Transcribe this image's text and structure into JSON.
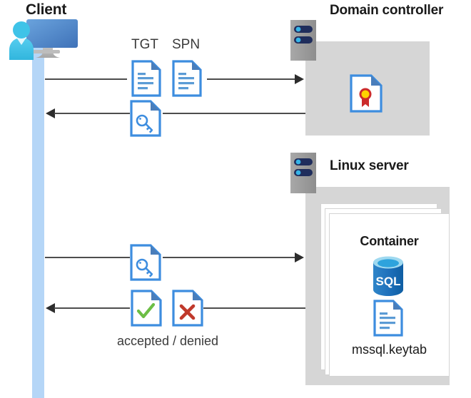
{
  "diagram": {
    "title_client": "Client",
    "title_domain_controller": "Domain controller",
    "title_linux_server": "Linux server",
    "title_container": "Container",
    "label_keytab": "mssql.keytab",
    "label_accepted_denied": "accepted / denied",
    "tag_tgt": "TGT",
    "tag_spn": "SPN",
    "icons": {
      "client": "client-workstation-icon",
      "server_rack_dc": "server-rack-icon",
      "server_rack_linux": "server-rack-icon",
      "certificate": "certificate-document-icon",
      "tgt_document": "text-document-icon",
      "spn_document": "text-document-icon",
      "ticket_key_request": "key-document-icon",
      "ticket_key_present": "key-document-icon",
      "accepted": "check-document-icon",
      "denied": "cross-document-icon",
      "sql_database": "sql-database-icon",
      "keytab_document": "text-document-icon"
    },
    "colors": {
      "accent_blue": "#3d8ddf",
      "doc_border": "#3d8ddf",
      "doc_fold": "#4a7ebb",
      "gray_box": "#d6d6d6",
      "lifeline_blue": "#b5d6f7",
      "arrow_gray": "#4d4d4d",
      "check_green": "#6cbe45",
      "cross_red": "#c0392b",
      "cert_yellow": "#ffd400",
      "cert_red": "#cc2b2b",
      "sql_blue": "#1d6fba",
      "rack_gray": "#9b9b9b",
      "rack_navy": "#1f2d5c",
      "rack_dot": "#36b5e8"
    },
    "flows": [
      {
        "name": "client-to-dc-request",
        "direction": "right",
        "from": "Client",
        "to": "Domain controller",
        "carries": "TGT, SPN"
      },
      {
        "name": "dc-to-client-ticket",
        "direction": "left",
        "from": "Domain controller",
        "to": "Client",
        "carries": "service ticket"
      },
      {
        "name": "client-to-linux-ticket",
        "direction": "right",
        "from": "Client",
        "to": "Linux server",
        "carries": "service ticket"
      },
      {
        "name": "linux-to-client-result",
        "direction": "left",
        "from": "Linux server",
        "to": "Client",
        "carries": "accepted / denied"
      }
    ]
  }
}
